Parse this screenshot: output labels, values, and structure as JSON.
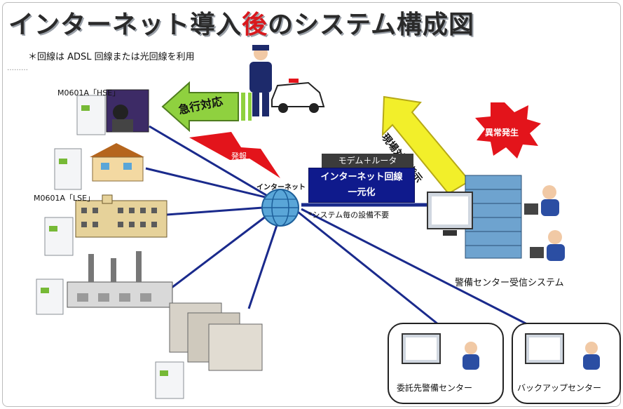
{
  "title_a": "インターネット導入",
  "title_b": "後",
  "title_c": "のシステム構成図",
  "note": "＊回線は ADSL 回線または光回線を利用",
  "dots": "………",
  "device_hse": "M0601A「HSE」",
  "device_lse": "M0601A「LSE」",
  "arrow_left": "急行対応",
  "arrow_up": "現場対応指示",
  "alarm": "発報",
  "burst": "異常発生",
  "internet": "インターネット",
  "modem": "モデム＋ルータ",
  "inet_line1": "インターネット回線",
  "inet_line2": "一元化",
  "small_note": "*システム毎の設備不要",
  "center": "警備センター受信システム",
  "box1": "委託先警備センター",
  "box2": "バックアップセンター",
  "colors": {
    "title_highlight": "#d9181d",
    "network_line": "#1a2a8c",
    "arrow_green": "#8fd13f",
    "arrow_yellow": "#f2ef2a",
    "alarm_red": "#e3141b"
  }
}
